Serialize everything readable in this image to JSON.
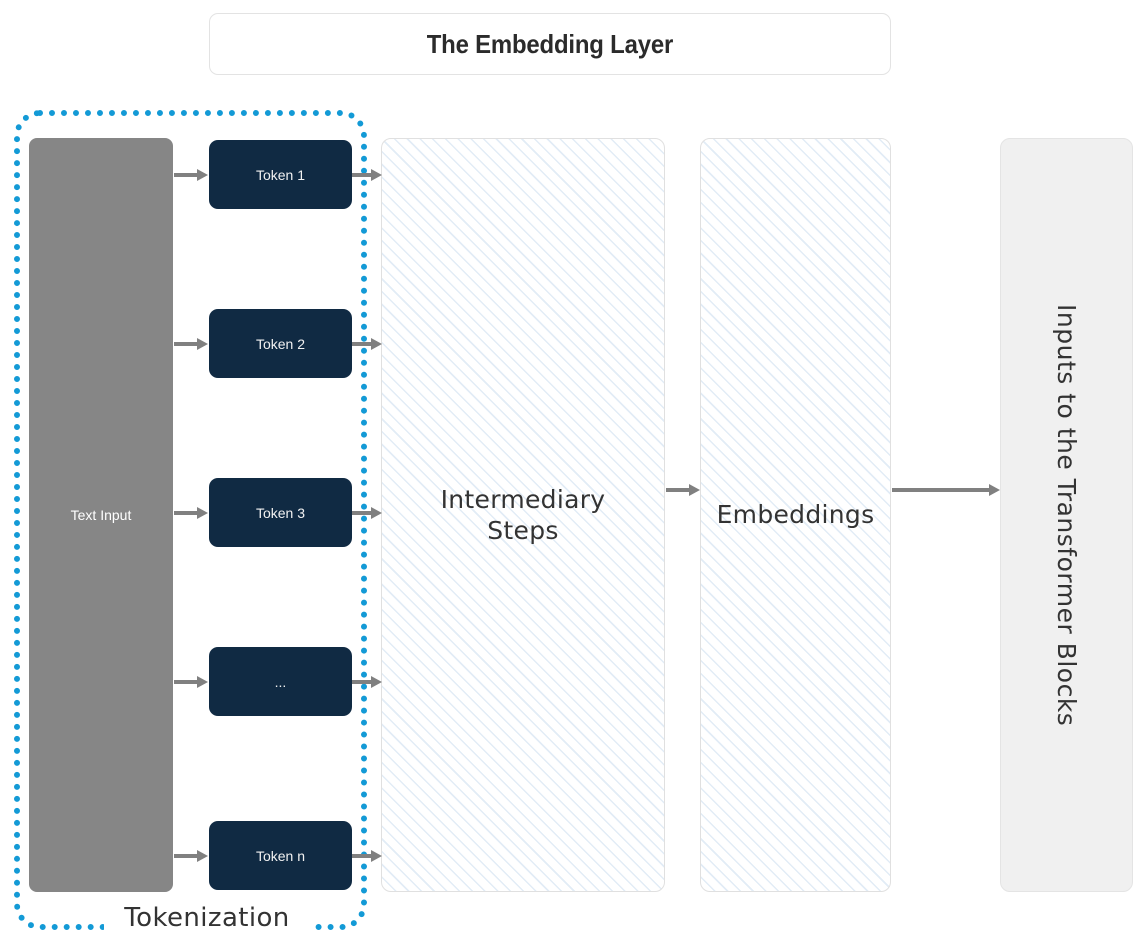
{
  "title": {
    "text": "The Embedding Layer"
  },
  "tokenization": {
    "label": "Tokenization",
    "accent_color": "#139ad6"
  },
  "input": {
    "label": "Text Input",
    "color": "#868686"
  },
  "tokens": [
    {
      "label": "Token 1"
    },
    {
      "label": "Token 2"
    },
    {
      "label": "Token 3"
    },
    {
      "label": "..."
    },
    {
      "label": "Token n"
    }
  ],
  "token_color": "#102a43",
  "stages": [
    {
      "name": "intermediary",
      "label": "Intermediary\nSteps",
      "line1": "Intermediary",
      "line2": "Steps"
    },
    {
      "name": "embeddings",
      "label": "Embeddings"
    }
  ],
  "output": {
    "label": "Inputs to the Transformer Blocks",
    "color": "#f0f0f0"
  },
  "arrow_color": "#808080"
}
